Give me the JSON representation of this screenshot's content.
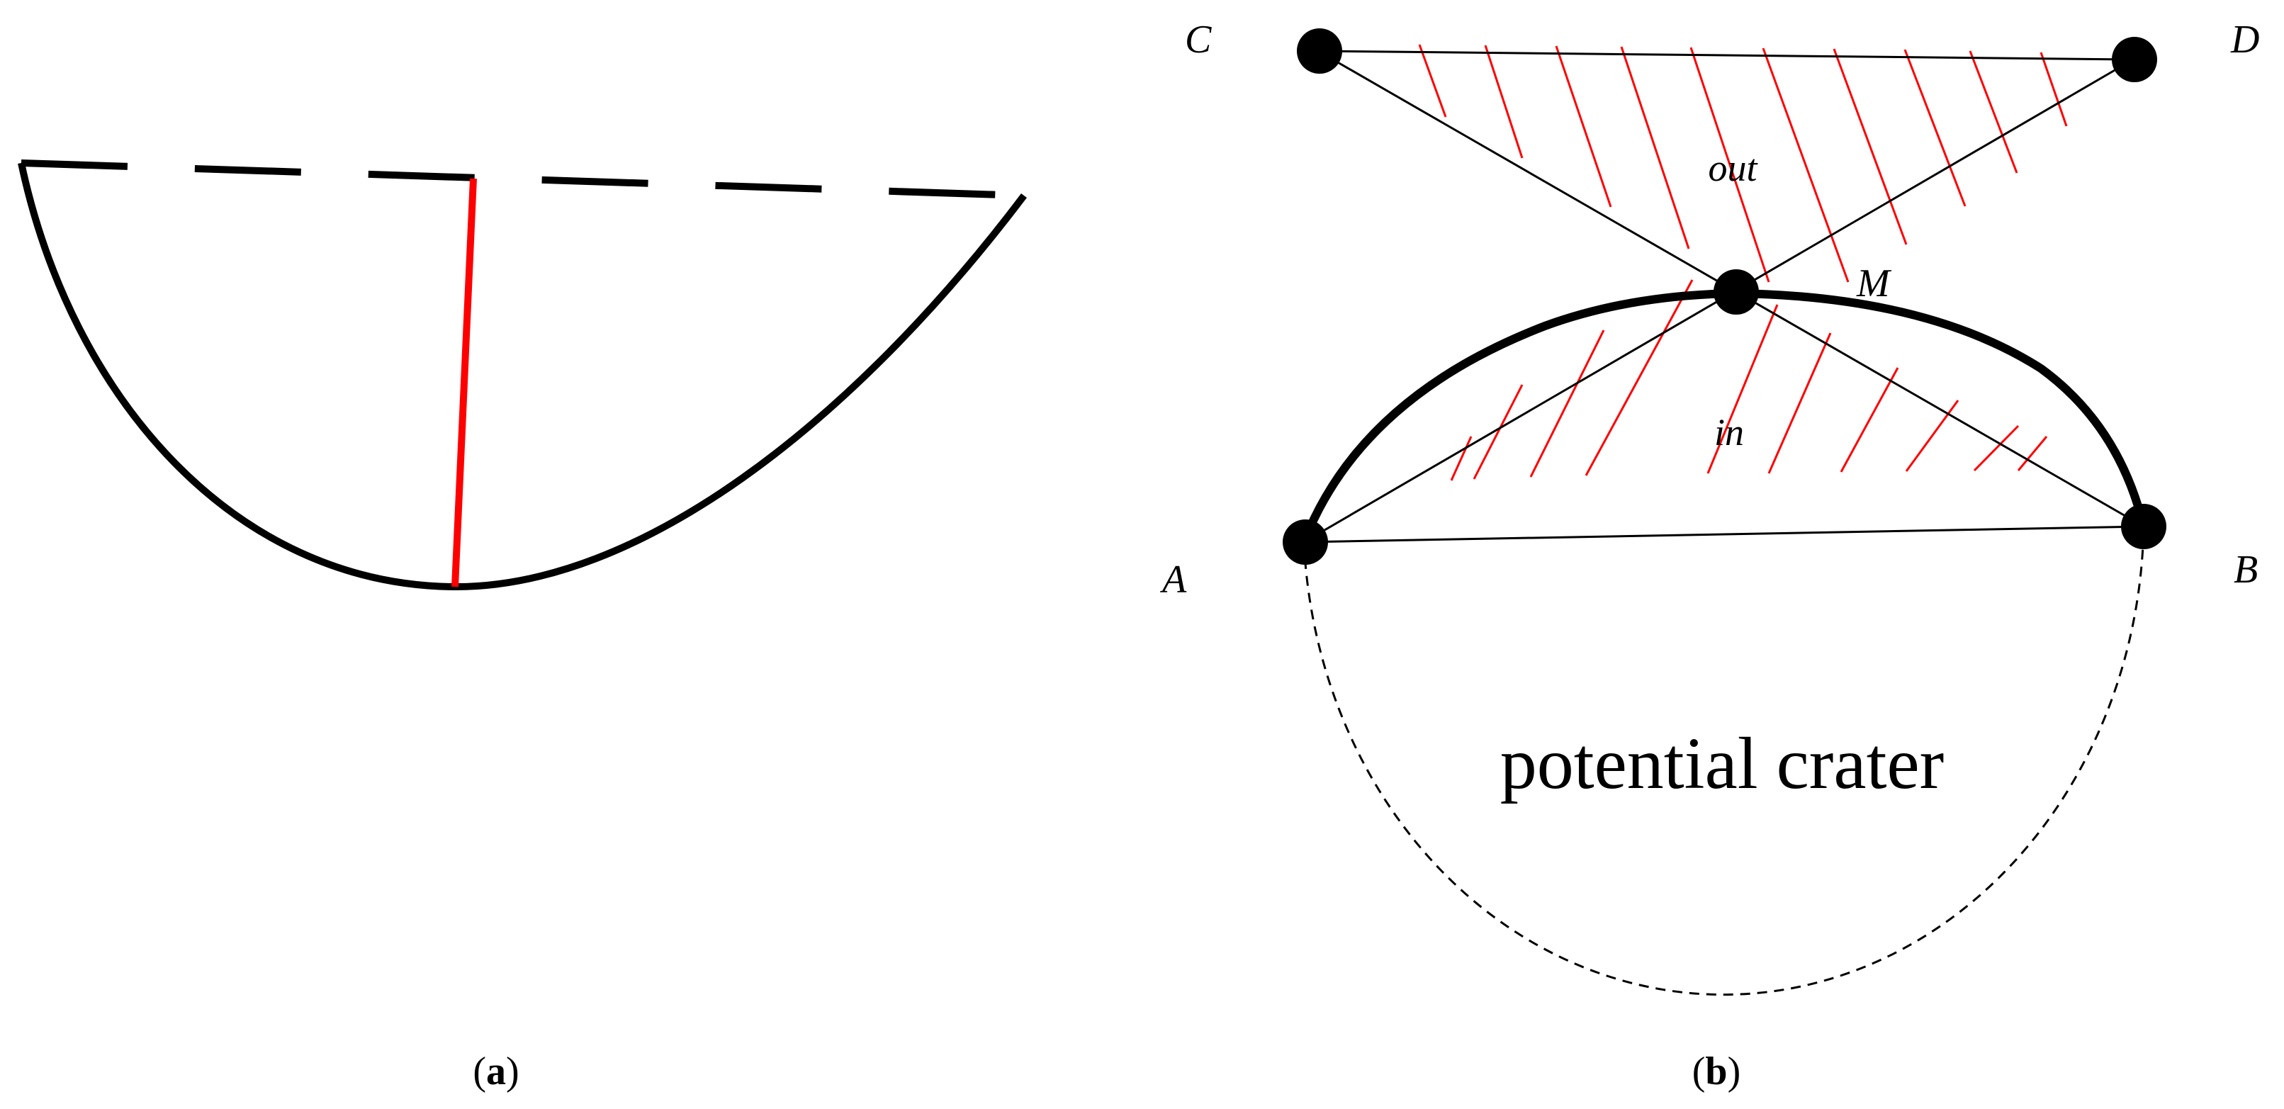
{
  "panel_a": {
    "caption": {
      "open": "(",
      "letter": "a",
      "close": ")"
    }
  },
  "panel_b": {
    "points": {
      "A": "A",
      "B": "B",
      "C": "C",
      "D": "D",
      "M": "M"
    },
    "regions": {
      "out": "out",
      "in": "in"
    },
    "crater_label": "potential crater",
    "caption": {
      "open": "(",
      "letter": "b",
      "close": ")"
    }
  },
  "colors": {
    "outline": "#000000",
    "hatch": "#ff0000",
    "background": "#ffffff"
  }
}
